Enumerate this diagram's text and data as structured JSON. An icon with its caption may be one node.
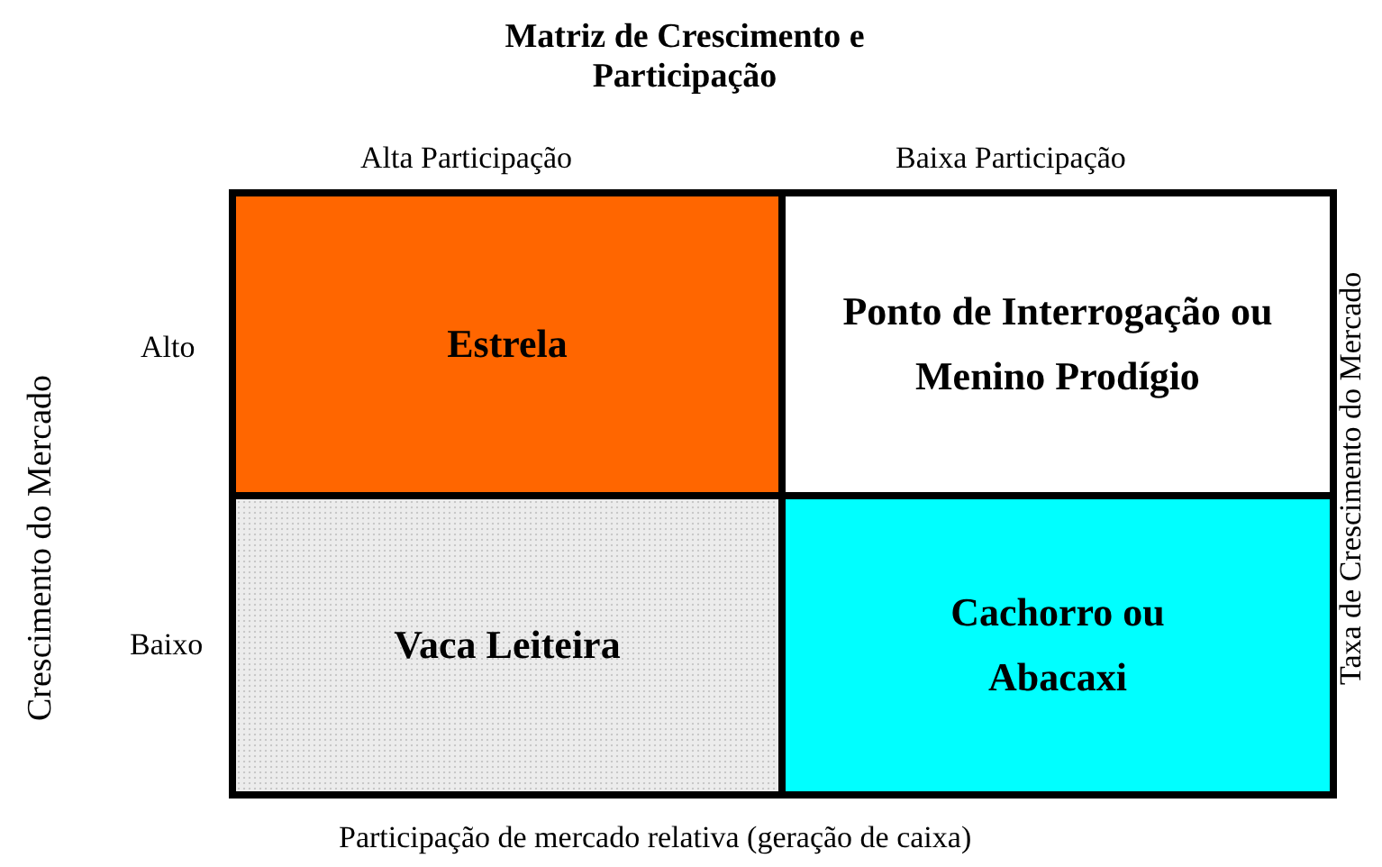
{
  "diagram": {
    "title": "Matriz de Crescimento e Participação",
    "nodes": [
      {
        "text": [
          "Estrela"
        ]
      },
      {
        "text": [
          "Ponto de Interrogação ou Menino Prodígio"
        ]
      },
      {
        "text": [
          "Vaca Leiteira"
        ]
      },
      {
        "text": [
          "Cachorro ou Abacaxi"
        ]
      }
    ],
    "labels": [
      "Alta Participação",
      "Baixa Participação",
      "Crescimento do Mercado",
      "Alto",
      "Taxa de Crescimento do Mercado",
      "Baixo",
      "Participação de mercado relativa (geração de caixa)"
    ]
  }
}
